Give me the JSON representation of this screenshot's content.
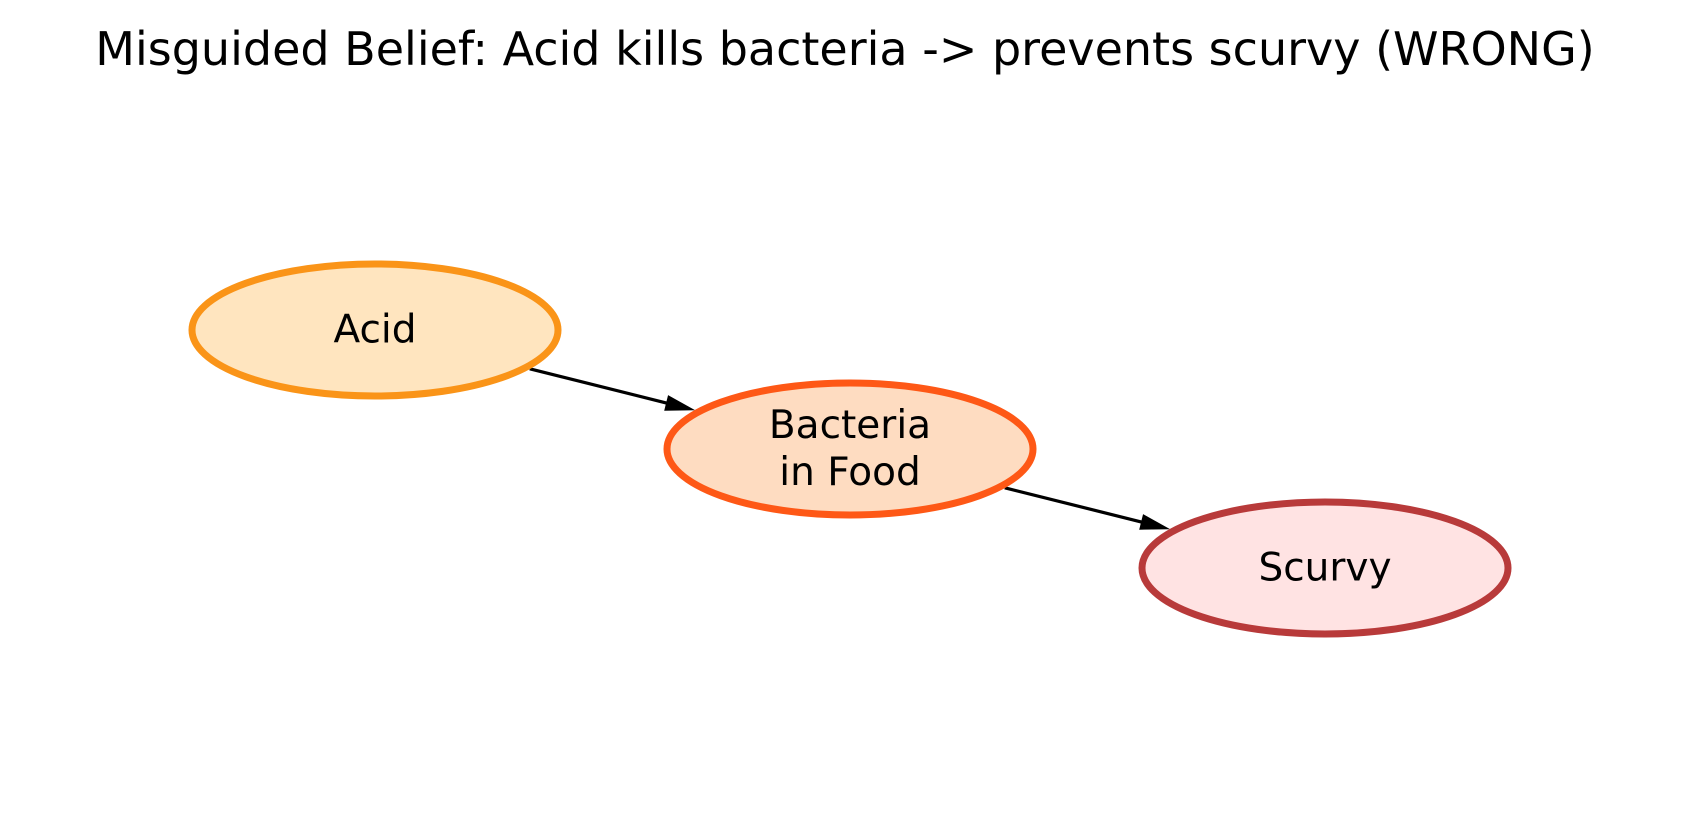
{
  "title": "Misguided Belief: Acid kills bacteria -> prevents scurvy (WRONG)",
  "nodes": [
    {
      "id": "acid",
      "lines": [
        "Acid"
      ],
      "fill": "#FFE5BF",
      "stroke": "#FA9418"
    },
    {
      "id": "bacteria",
      "lines": [
        "Bacteria",
        "in Food"
      ],
      "fill": "#FEDCC1",
      "stroke": "#FE5816"
    },
    {
      "id": "scurvy",
      "lines": [
        "Scurvy"
      ],
      "fill": "#FFE3E3",
      "stroke": "#B83A3A"
    }
  ],
  "edges": [
    {
      "from": "acid",
      "to": "bacteria"
    },
    {
      "from": "bacteria",
      "to": "scurvy"
    }
  ]
}
